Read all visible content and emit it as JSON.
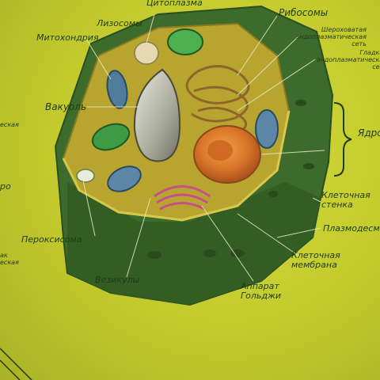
{
  "diagram": {
    "labels": {
      "cytoplasm": "Цитоплазма",
      "lysosomes": "Лизосомы",
      "mitochondria": "Митохондрия",
      "ribosomes": "Рибосомы",
      "rough_er_line1": "Шероховатая",
      "rough_er_line2": "эндоплазматическая",
      "rough_er_line3": "сеть",
      "smooth_er_line1": "Гладкая",
      "smooth_er_line2": "эндоплазматическая",
      "smooth_er_line3": "сеть",
      "vacuole": "Вакуоль",
      "nucleus": "Ядро",
      "cell_wall_line1": "Клеточная",
      "cell_wall_line2": "стенка",
      "plasmodesmata": "Плазмодесмы",
      "cell_membrane_line1": "Клеточная",
      "cell_membrane_line2": "мембрана",
      "golgi_line1": "Аппарат",
      "golgi_line2": "Гольджи",
      "vesicles": "Везикулы",
      "peroxisome": "Пероксисома",
      "left_fragment_1": "еская",
      "left_fragment_2": "ро",
      "left_fragment_3": "ак",
      "left_fragment_4": "еская"
    }
  }
}
